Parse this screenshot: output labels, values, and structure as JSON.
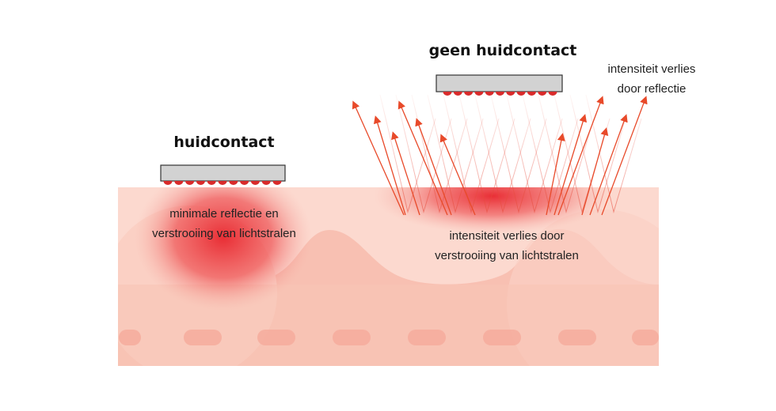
{
  "left_panel": {
    "heading": "huidcontact",
    "caption_line1": "minimale reflectie en",
    "caption_line2": "verstrooiing van lichtstralen"
  },
  "right_panel": {
    "heading": "geen huidcontact",
    "reflection_line1": "intensiteit verlies",
    "reflection_line2": "door reflectie",
    "scatter_line1": "intensiteit verlies door",
    "scatter_line2": "verstrooiing van lichtstralen"
  },
  "colors": {
    "skin_top": "#fbd3c8",
    "skin_bottom": "#f8c0b2",
    "glow_red": "#e8262e",
    "arrow_red": "#e84a2a",
    "device_fill": "#d2d2d2",
    "device_stroke": "#333333",
    "led_red": "#d92b2b"
  }
}
